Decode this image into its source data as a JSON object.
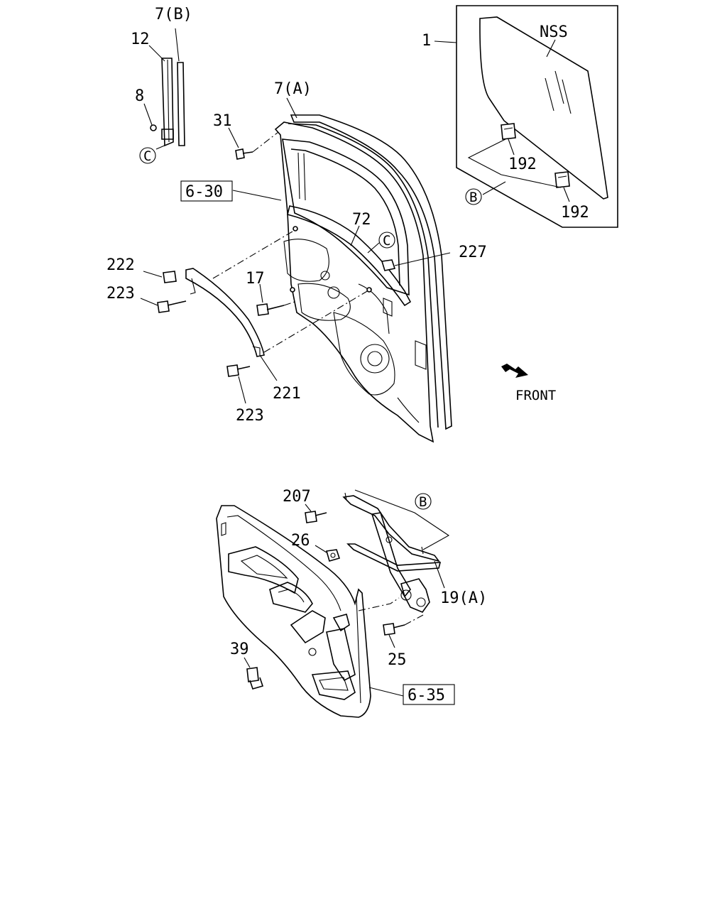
{
  "labels": {
    "c_7b": "7(B)",
    "c_12": "12",
    "c_8": "8",
    "c_circle_c_top": "C",
    "c_31": "31",
    "c_7a": "7(A)",
    "c_6_30": "6-30",
    "c_72": "72",
    "c_circle_c_mid": "C",
    "c_227": "227",
    "c_222": "222",
    "c_223_a": "223",
    "c_17": "17",
    "c_221": "221",
    "c_223_b": "223",
    "c_1": "1",
    "c_nss": "NSS",
    "c_192_a": "192",
    "c_circle_b_top": "B",
    "c_192_b": "192",
    "c_front": "FRONT",
    "c_207": "207",
    "c_circle_b_low": "B",
    "c_26": "26",
    "c_19a": "19(A)",
    "c_25": "25",
    "c_39": "39",
    "c_6_35": "6-35"
  },
  "icons": {
    "front_arrow": "front-arrow-icon"
  }
}
